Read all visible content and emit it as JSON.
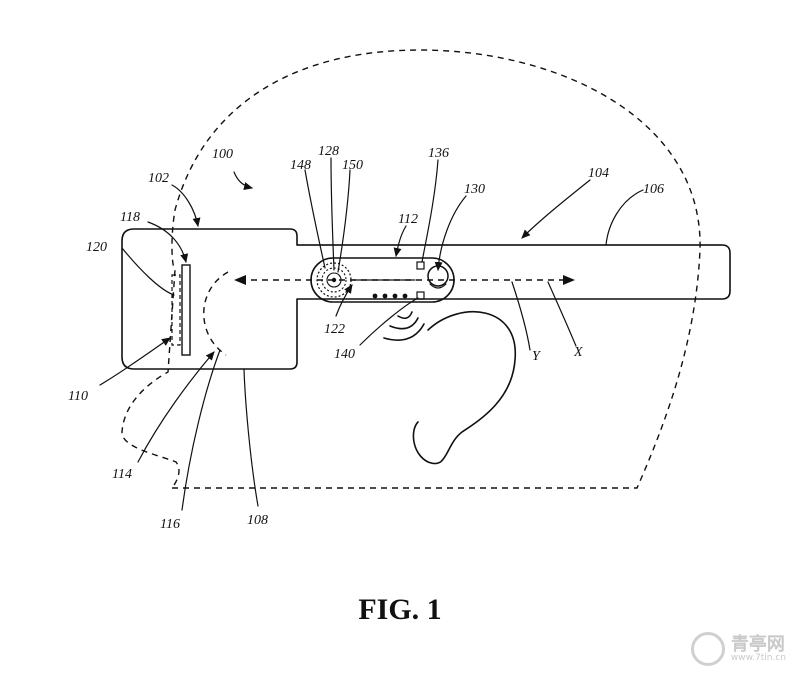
{
  "figure": {
    "caption": "FIG. 1",
    "labels": {
      "r100": "100",
      "r102": "102",
      "r104": "104",
      "r106": "106",
      "r108": "108",
      "r110": "110",
      "r112": "112",
      "r114": "114",
      "r116": "116",
      "r118": "118",
      "r120": "120",
      "r122": "122",
      "r128": "128",
      "r130": "130",
      "r136": "136",
      "r140": "140",
      "r148": "148",
      "r150": "150",
      "rX": "X",
      "rY": "Y"
    }
  },
  "watermark": {
    "text": "青亭网",
    "sub": "www.7tin.cn"
  }
}
